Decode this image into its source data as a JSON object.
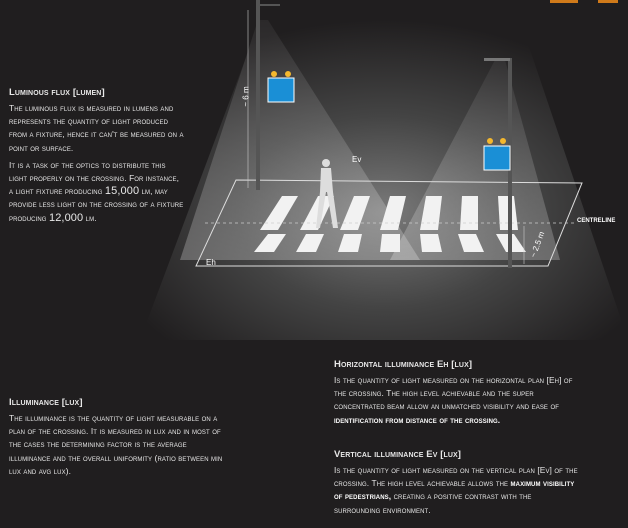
{
  "luminous_flux": {
    "title": "Luminous flux [lumen]",
    "p1": "The luminous flux is measured in lumens and represents the quantity of light produced from a fixture, hence it can't be measured on a point or surface.",
    "p2a": "It is a task of the optics to distribute this light properly on the crossing. For instance, a light fixture producing ",
    "p2b": "15,000",
    "p2c": " lm, may provide less light on the crossing of a fixture producing ",
    "p2d": "12,000",
    "p2e": " lm."
  },
  "diagram": {
    "pole_height": "~ 6 m",
    "offset": "~ 2.5 m",
    "eh": "Eh",
    "ev": "Ev",
    "centreline": "CENTRELINE"
  },
  "illuminance": {
    "title": "Illuminance [lux]",
    "text": "The illuminance is the quantity of light measurable on a plan of the crossing. It is measured in lux and in most of the cases the determining factor is the average illuminance and the overall uniformity (ratio between min lux and avg lux)."
  },
  "horizontal": {
    "title": "Horizontal illuminance Eh [lux]",
    "text": "Is the quantity of light measured on the horizontal plan [Eh] of the crossing. The high level achievable and the super concentrated beam allow an unmatched visibility and ease of ",
    "bold": "identification from distance of the crossing."
  },
  "vertical": {
    "title": "Vertical illuminance Ev [lux]",
    "text": "Is the quantity of light measured on the vertical plan [Ev] of the crossing. The high level achievable allows the ",
    "bold": "maximum visibility of pedestrians,",
    "text2": " creating a positive contrast with the surrounding environment."
  },
  "colors": {
    "background": "#201e1f",
    "accent": "#d07a1a",
    "sign": "#1a8fd6"
  }
}
